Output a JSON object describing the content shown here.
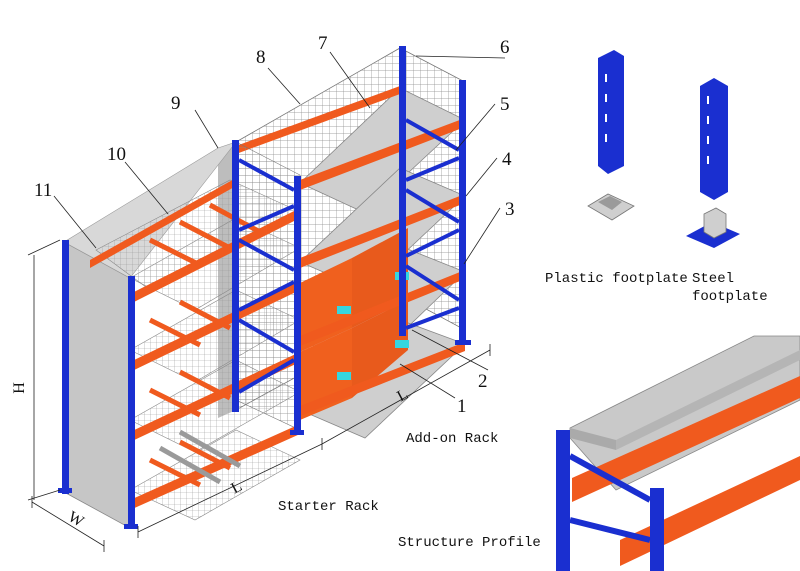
{
  "callouts": [
    "1",
    "2",
    "3",
    "4",
    "5",
    "6",
    "7",
    "8",
    "9",
    "10",
    "11"
  ],
  "captions": {
    "plastic_footplate": "Plastic footplate",
    "steel_footplate_line1": "Steel",
    "steel_footplate_line2": "footplate",
    "add_on_rack": "Add-on Rack",
    "starter_rack": "Starter Rack",
    "structure_profile": "Structure Profile"
  },
  "dimensions": {
    "height": "H",
    "width": "W",
    "length_starter": "L",
    "length_addon": "L"
  },
  "colors": {
    "upright": "#1a2fd0",
    "beam": "#f05a1e",
    "shelf": "#c9c9c9",
    "mesh": "#8a8a8a",
    "divider": "#f0601e",
    "clip": "#35d6e0"
  }
}
